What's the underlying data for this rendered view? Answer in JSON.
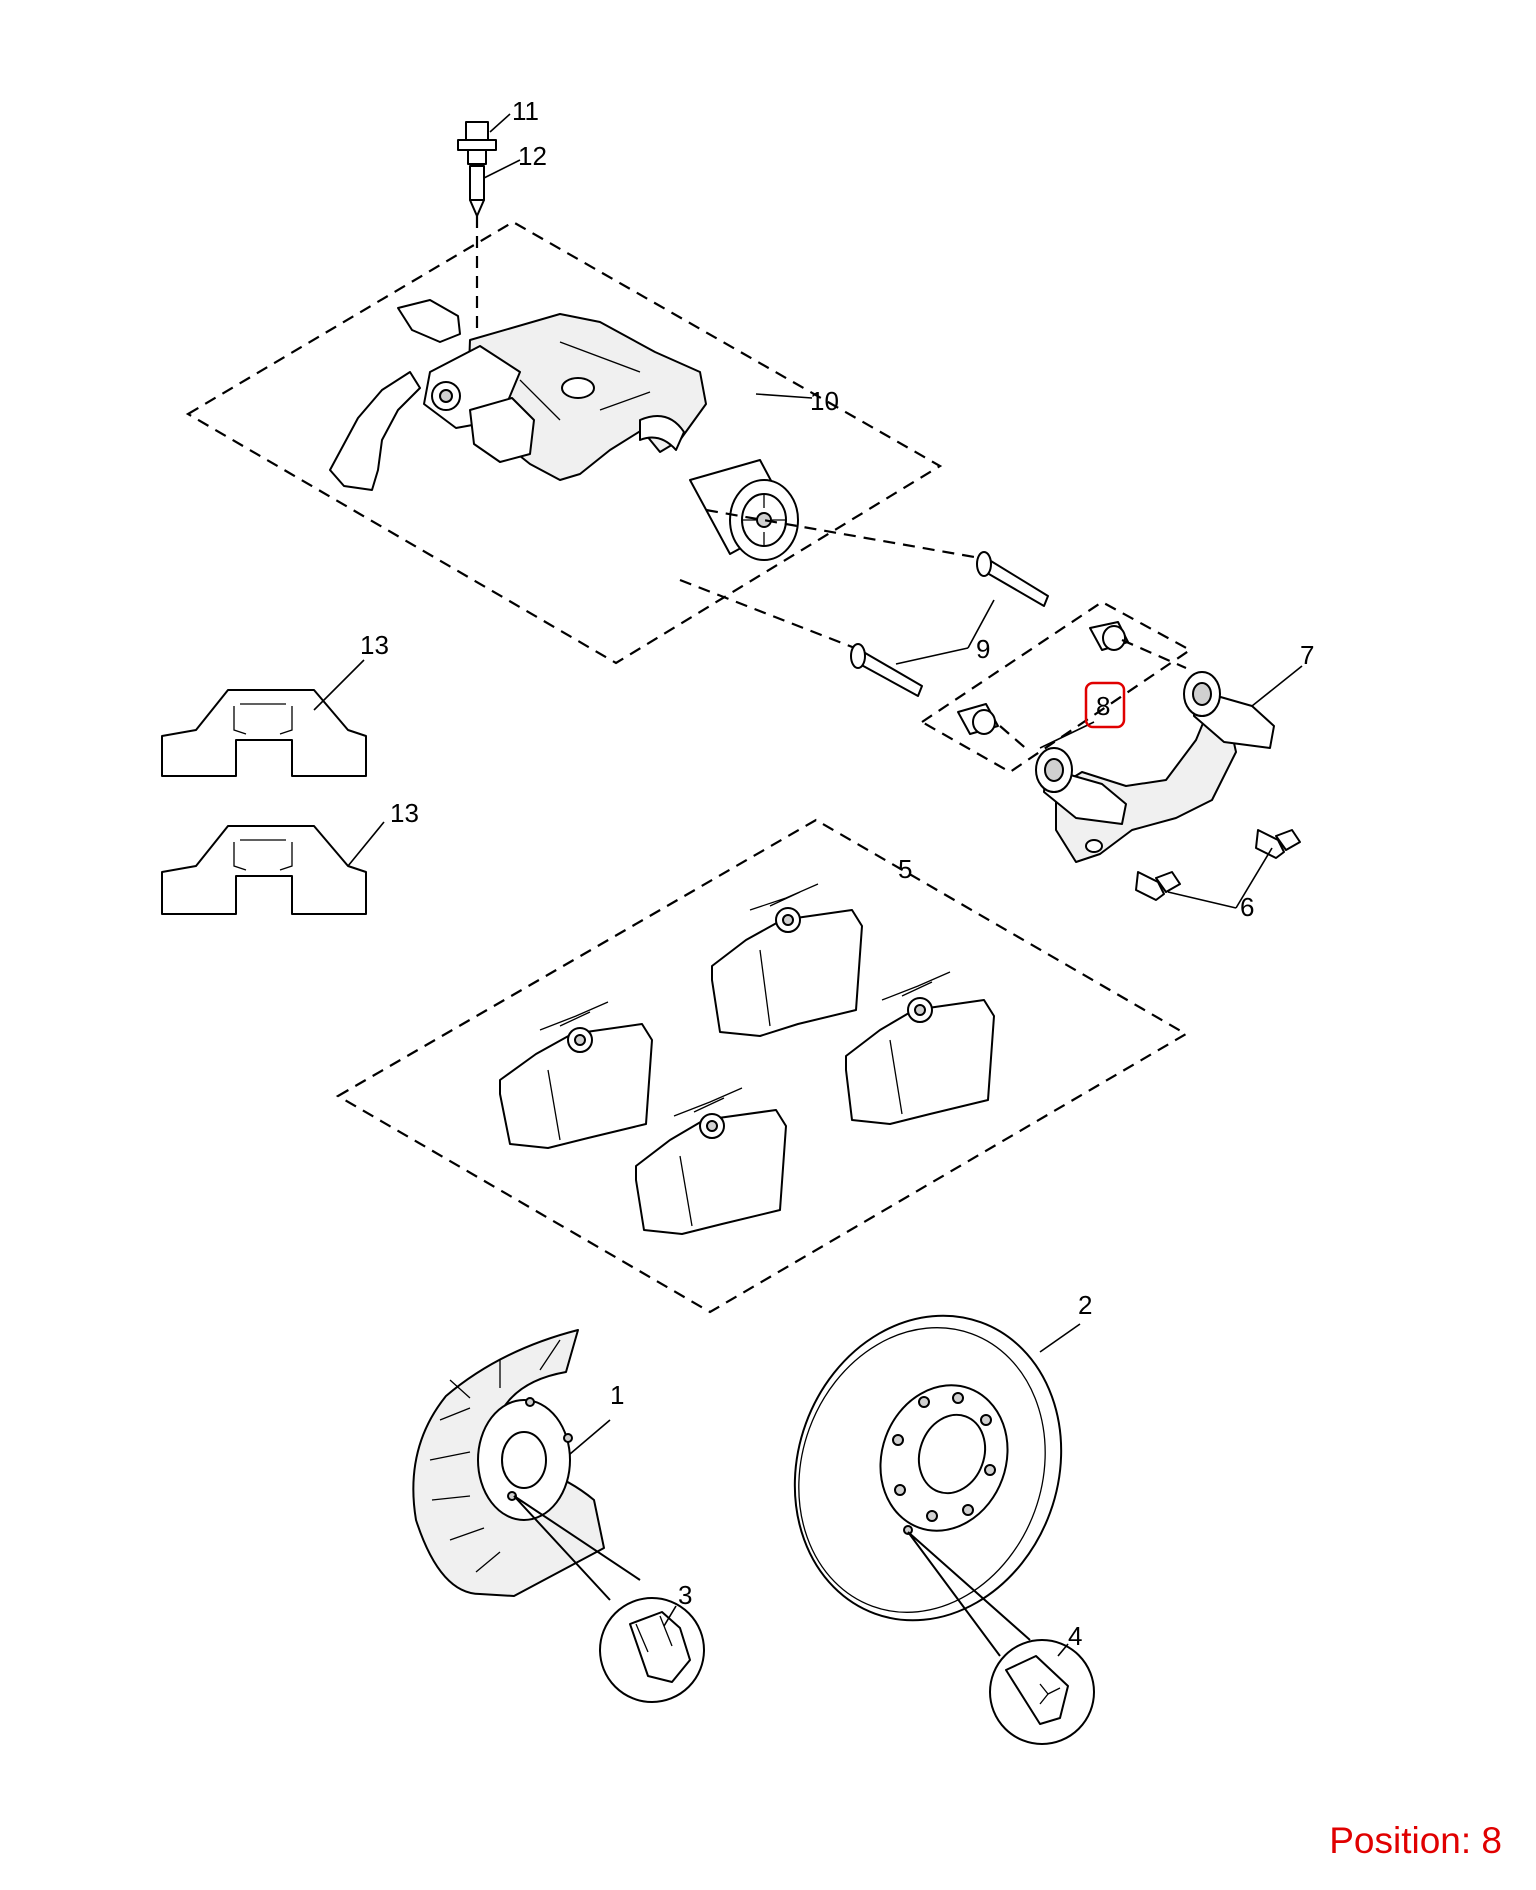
{
  "callouts": {
    "c1": "1",
    "c2": "2",
    "c3": "3",
    "c4": "4",
    "c5": "5",
    "c6": "6",
    "c7": "7",
    "c8": "8",
    "c9": "9",
    "c10": "10",
    "c11": "11",
    "c12": "12",
    "c13a": "13",
    "c13b": "13"
  },
  "highlight": {
    "callout": "8",
    "color": "#e00000"
  },
  "position_label": "Position: 8",
  "colors": {
    "line": "#000000",
    "highlight": "#e00000",
    "background": "#ffffff"
  }
}
